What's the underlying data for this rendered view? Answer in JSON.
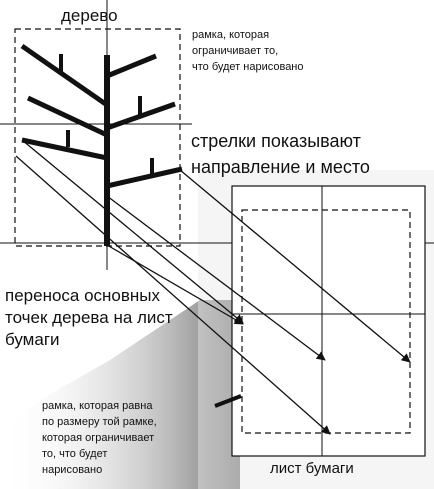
{
  "labels": {
    "tree": "дерево",
    "frame_note": "рамка, которая\nограничивает то,\nчто будет нарисовано",
    "arrows_note": "стрелки показывают\nнаправление и место",
    "transfer_note": "переноса основных\nточек дерева на лист\nбумаги",
    "equal_frame_note": "рамка, которая равна\nпо размеру той рамке,\nкоторая ограничивает\nто, что будет\nнарисовано",
    "sheet": "лист бумаги"
  },
  "colors": {
    "ink": "#111111",
    "shade_dark": "#666666",
    "background": "#ffffff"
  }
}
